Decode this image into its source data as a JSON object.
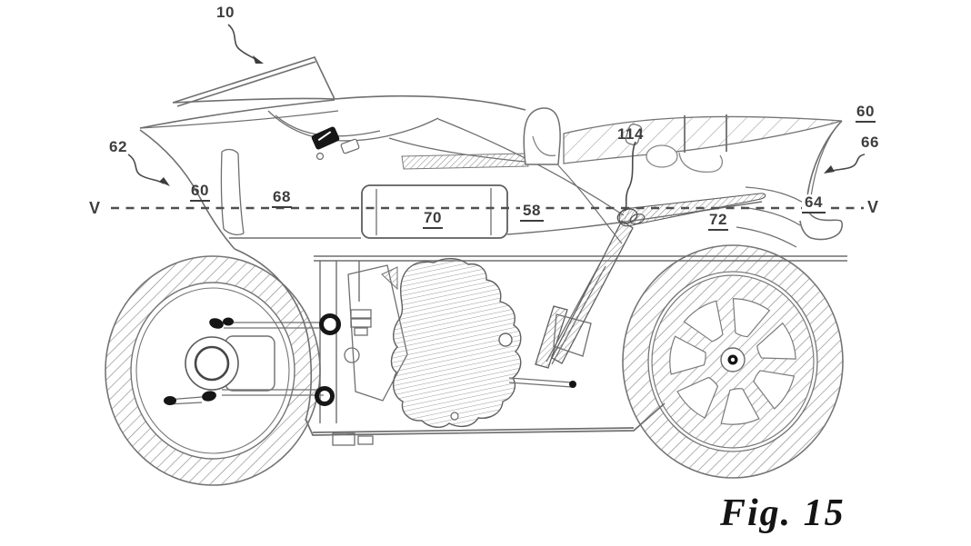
{
  "drawing": {
    "caption": "Fig. 15",
    "reference_numerals": {
      "n10": "10",
      "n62": "62",
      "n60_left": "60",
      "n68": "68",
      "n70": "70",
      "n58": "58",
      "n114": "114",
      "n72": "72",
      "n60_right": "60",
      "n66": "66",
      "n64": "64"
    },
    "section_line": {
      "left_label": "V",
      "right_label": "V"
    }
  },
  "colors": {
    "background": "#ffffff",
    "line": "#6f6f6f",
    "hatch": "#8a8a8a",
    "label_text": "#3d3d3d",
    "caption_text": "#141414"
  }
}
